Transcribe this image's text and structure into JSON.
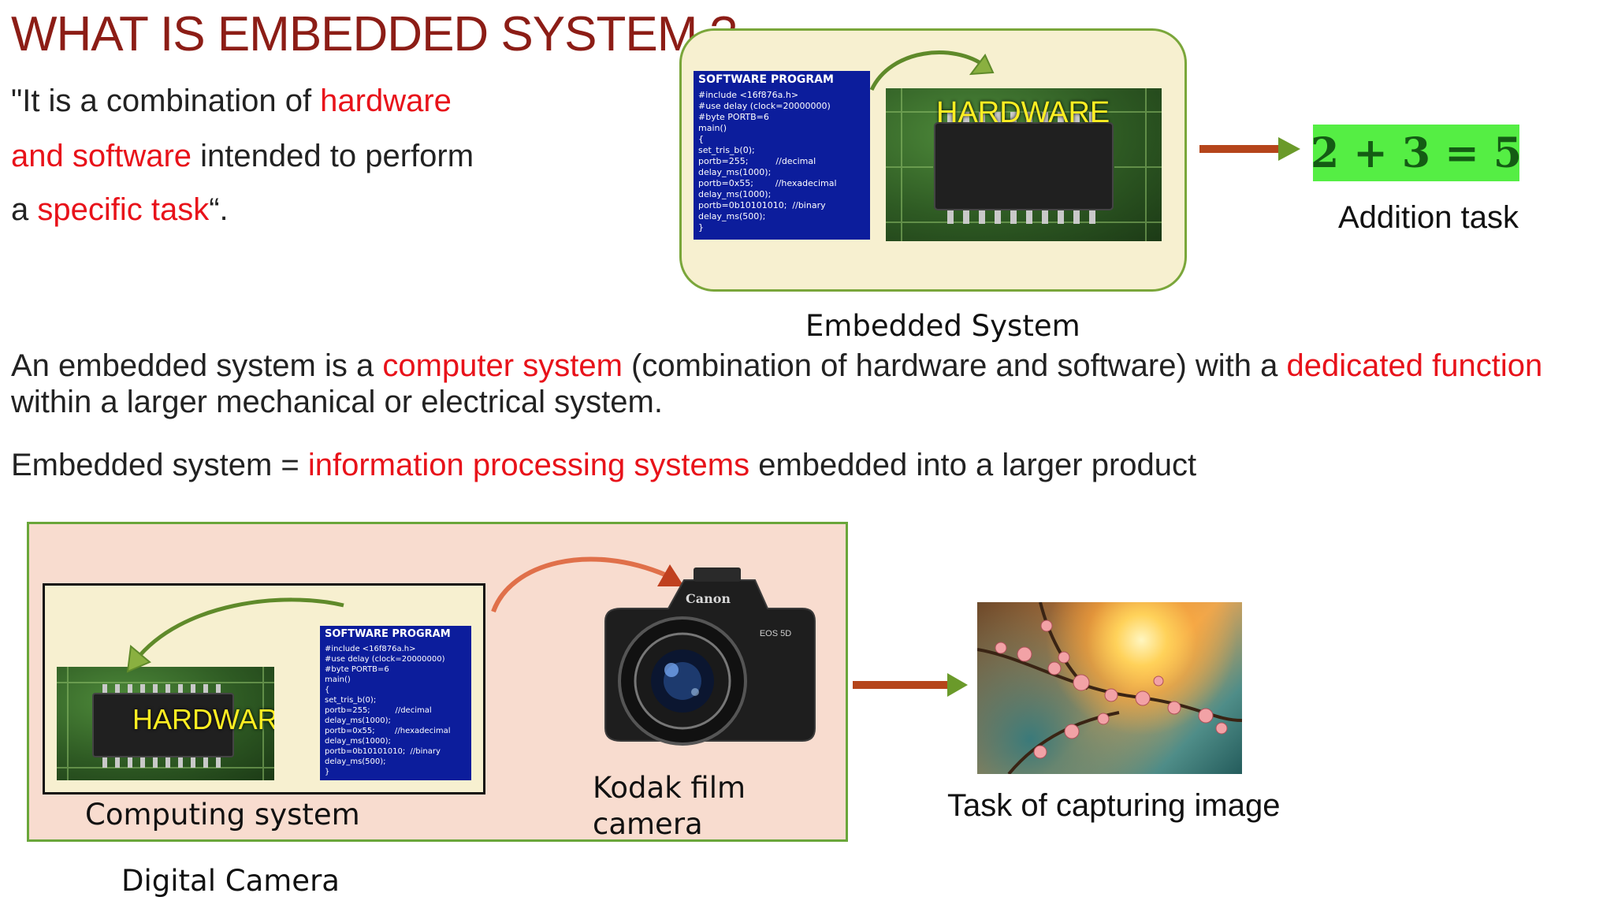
{
  "title": "WHAT IS EMBEDDED SYSTEM ?",
  "intro": {
    "line1_a": "\"It is a combination of ",
    "line1_b": "hardware",
    "line2_a": "and software",
    "line2_b": " intended to perform",
    "line3_a": "a ",
    "line3_b": "specific task",
    "line3_c": "“."
  },
  "top_diagram": {
    "code_title": "SOFTWARE PROGRAM",
    "code_lines": [
      "#include <16f876a.h>",
      "#use delay (clock=20000000)",
      "#byte PORTB=6",
      "main()",
      "{",
      "set_tris_b(0);",
      "portb=255;          //decimal",
      "delay_ms(1000);",
      "portb=0x55;        //hexadecimal",
      "delay_ms(1000);",
      "portb=0b10101010;  //binary",
      "delay_ms(500);",
      "}"
    ],
    "hardware_label": "HARDWARE",
    "caption": "Embedded System",
    "result": "2 + 3 = 5",
    "result_caption": "Addition task"
  },
  "definition": {
    "p1_a": "An embedded system is a ",
    "p1_b": "computer system",
    "p1_c": " (combination of hardware and software) with a ",
    "p1_d": "dedicated function",
    "p1_e": "within a larger mechanical or electrical system.",
    "p2_a": "Embedded system = ",
    "p2_b": "information processing systems",
    "p2_c": " embedded into a larger product"
  },
  "bottom_diagram": {
    "hardware_label": "HARDWARE",
    "code_title": "SOFTWARE PROGRAM",
    "code_lines": [
      "#include <16f876a.h>",
      "#use delay (clock=20000000)",
      "#byte PORTB=6",
      "main()",
      "{",
      "set_tris_b(0);",
      "portb=255;          //decimal",
      "delay_ms(1000);",
      "portb=0x55;        //hexadecimal",
      "delay_ms(1000);",
      "portb=0b10101010;  //binary",
      "delay_ms(500);",
      "}"
    ],
    "computing_caption": "Computing system",
    "camera_caption_1": "Kodak film",
    "camera_caption_2": "camera",
    "camera_brand": "Canon",
    "camera_model": "EOS 5D",
    "outer_caption": "Digital Camera",
    "task_caption": "Task of capturing image"
  },
  "colors": {
    "title": "#8c1d16",
    "highlight": "#e8121a",
    "code_bg": "#0c1d9c",
    "arrow": "#c0401f",
    "result_bg": "#55ee44"
  }
}
